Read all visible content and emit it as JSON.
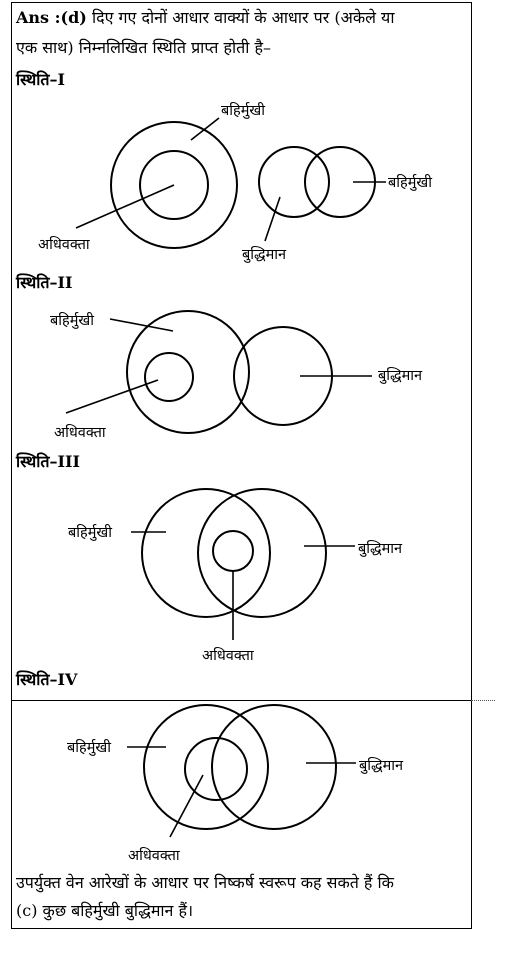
{
  "intro": {
    "ans_prefix": "Ans :(d)",
    "line1": "दिए गए दोनों आधार वाक्यों के आधार पर (अकेले या",
    "line2": "एक साथ) निम्नलिखित स्थिति प्राप्त होती है–"
  },
  "cases": [
    {
      "heading": "स्थिति–I",
      "labels": {
        "extrovert": "बहिर्मुखी",
        "speaker": "अधिवक्ता",
        "intelligent": "बुद्धिमान",
        "extrovert2": "बहिर्मुखी"
      }
    },
    {
      "heading": "स्थिति–II",
      "labels": {
        "extrovert": "बहिर्मुखी",
        "speaker": "अधिवक्ता",
        "intelligent": "बुद्धिमान"
      }
    },
    {
      "heading": "स्थिति–III",
      "labels": {
        "extrovert": "बहिर्मुखी",
        "speaker": "अधिवक्ता",
        "intelligent": "बुद्धिमान"
      }
    },
    {
      "heading": "स्थिति–IV",
      "labels": {
        "extrovert": "बहिर्मुखी",
        "speaker": "अधिवक्ता",
        "intelligent": "बुद्धिमान"
      }
    }
  ],
  "conclusion": {
    "line1": "उपर्युक्त वेन आरेखों के आधार पर निष्कर्ष स्वरूप कह सकते हैं कि",
    "line2": "(c) कुछ बहिर्मुखी बुद्धिमान हैं।"
  }
}
